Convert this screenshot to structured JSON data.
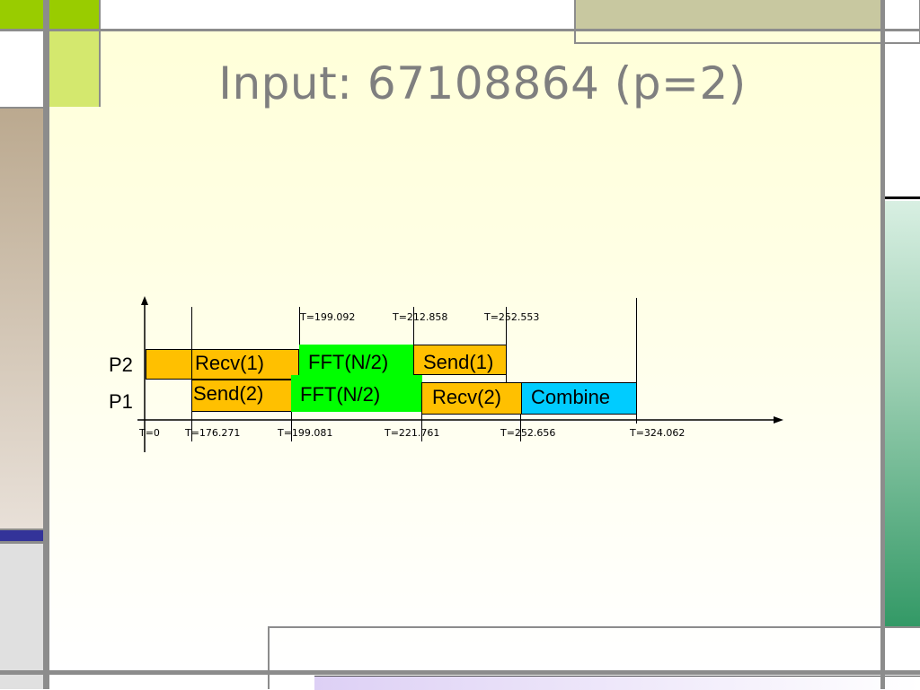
{
  "title": "Input: 67108864 (p=2)",
  "rows": {
    "p2": "P2",
    "p1": "P1"
  },
  "blocks": {
    "p2_recv": "Recv(1)",
    "p2_fft": "FFT(N/2)",
    "p2_send": "Send(1)",
    "p1_send": "Send(2)",
    "p1_fft": "FFT(N/2)",
    "p1_recv": "Recv(2)",
    "p1_combine": "Combine"
  },
  "top_times": [
    "T=199.092",
    "T=212.858",
    "T=252.553"
  ],
  "bottom_times": [
    "T=0",
    "T=176.271",
    "T=199.081",
    "T=221.761",
    "T=252.656",
    "T=324.062"
  ],
  "colors": {
    "recv_send": "#ffc000",
    "fft": "#00ff00",
    "combine": "#00ccff",
    "title": "#7f7f7f",
    "lime": "#99cc00",
    "olive": "#c8c8a0",
    "navy": "#333399",
    "green_dark": "#339966"
  }
}
